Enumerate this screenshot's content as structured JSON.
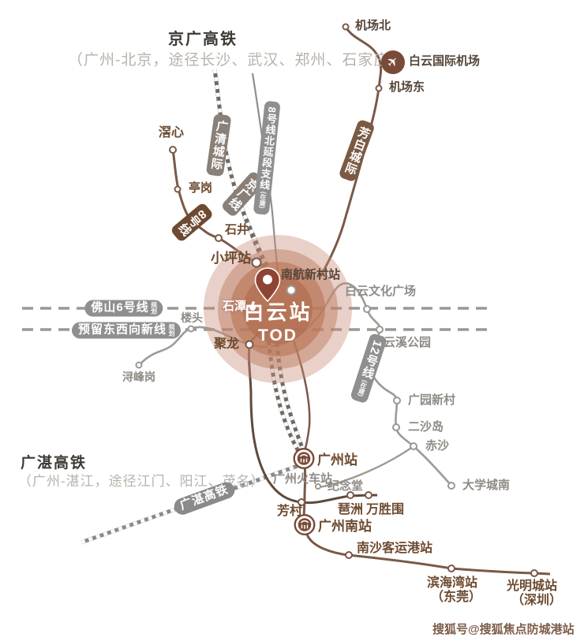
{
  "headers": {
    "jingguang": {
      "title": "京广高铁",
      "subtitle": "（广州-北京，途径长沙、武汉、郑州、石家庄）"
    },
    "guangzhan": {
      "title": "广湛高铁",
      "subtitle": "（广州-湛江，途径江门、阳江、茂名）"
    }
  },
  "center_station": {
    "name": "白云站",
    "subname": "TOD"
  },
  "watermark": "搜狐号@搜狐焦点防城港站",
  "colors": {
    "line_brown": "#7a5948",
    "line_dark_brown": "#5f4a3c",
    "line_gray": "#9e9a96",
    "railway_dark": "#6f6a64",
    "railway_gray": "#8a8a8a",
    "tag_taupe": "#8a8078",
    "tag_gray": "#8f8f8f",
    "tag_brown": "#7a5a42",
    "tag_dark_brown": "#6e4a33",
    "label_brown": "#6d4a2f",
    "label_gray": "#8f8b86",
    "tod_circle": "#c98d77",
    "pin": "#8e4434",
    "watermark": "#7d5c49"
  },
  "line_tags": [
    {
      "id": "guangqing-chengji",
      "label": "广清城际",
      "note": ""
    },
    {
      "id": "jingguang-xian",
      "label": "京广线",
      "note": ""
    },
    {
      "id": "line8-north-ext",
      "label": "8号线北延段支线",
      "note": "(在建)"
    },
    {
      "id": "fangbai-chengji",
      "label": "芳白城际",
      "note": ""
    },
    {
      "id": "line8",
      "label": "8号线",
      "note": ""
    },
    {
      "id": "foshan-line6",
      "label": "佛山6号线",
      "note": "规划"
    },
    {
      "id": "reserved-ew-line",
      "label": "预留东西向新线",
      "note": "规划"
    },
    {
      "id": "line12",
      "label": "12号线",
      "note": "(在建)"
    },
    {
      "id": "guangzhan-hsr",
      "label": "广湛高铁",
      "note": ""
    }
  ],
  "stations": [
    {
      "id": "jichang-bei",
      "label": "机场北"
    },
    {
      "id": "baiyun-airport",
      "label": "白云国际机场"
    },
    {
      "id": "jichang-dong",
      "label": "机场东"
    },
    {
      "id": "jiaoxin",
      "label": "滘心"
    },
    {
      "id": "tinggang",
      "label": "亭岗"
    },
    {
      "id": "shijing",
      "label": "石井"
    },
    {
      "id": "xiaoping",
      "label": "小坪站"
    },
    {
      "id": "nanhang-xincun",
      "label": "南航新村站"
    },
    {
      "id": "shitan",
      "label": "石潭"
    },
    {
      "id": "loutou",
      "label": "楼头"
    },
    {
      "id": "julong",
      "label": "聚龙"
    },
    {
      "id": "xunfenggang",
      "label": "浔峰岗"
    },
    {
      "id": "baiyun-wenhua",
      "label": "白云文化广场"
    },
    {
      "id": "yunxi-gongyuan",
      "label": "云溪公园"
    },
    {
      "id": "guangyuan-xincun",
      "label": "广园新村"
    },
    {
      "id": "ersha-dao",
      "label": "二沙岛"
    },
    {
      "id": "chisha",
      "label": "赤沙"
    },
    {
      "id": "daxuecheng-nan",
      "label": "大学城南"
    },
    {
      "id": "guangzhou-zhan",
      "label": "广州站"
    },
    {
      "id": "guangzhou-huochezhan",
      "label": "广州火车站"
    },
    {
      "id": "jinian-tang",
      "label": "纪念堂"
    },
    {
      "id": "fangcun",
      "label": "芳村"
    },
    {
      "id": "pazhou",
      "label": "琶洲"
    },
    {
      "id": "wanshengwei",
      "label": "万胜围"
    },
    {
      "id": "guangzhou-nanzhan",
      "label": "广州南站"
    },
    {
      "id": "nansha-keyungang",
      "label": "南沙客运港站"
    },
    {
      "id": "binhaiwan",
      "label": "滨海湾站"
    },
    {
      "id": "binhaiwan-city",
      "label": "（东莞）"
    },
    {
      "id": "guangmingcheng",
      "label": "光明城站"
    },
    {
      "id": "guangmingcheng-city",
      "label": "（深圳）"
    }
  ]
}
